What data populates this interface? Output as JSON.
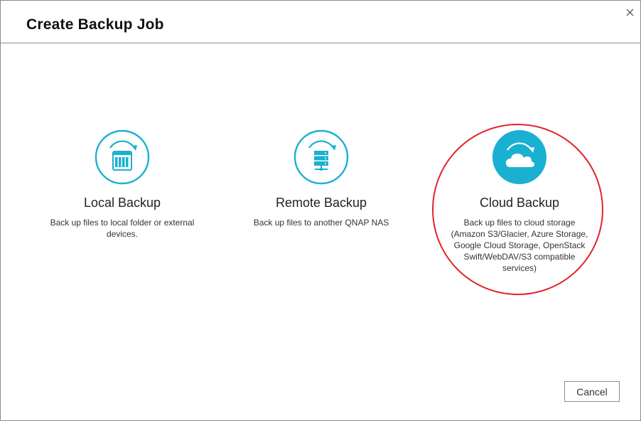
{
  "dialog": {
    "title": "Create Backup Job",
    "close_icon": "close-icon"
  },
  "options": [
    {
      "label": "Local Backup",
      "description": "Back up files to local folder or external devices.",
      "icon": "local-nas-icon"
    },
    {
      "label": "Remote Backup",
      "description": "Back up files to another QNAP NAS",
      "icon": "remote-server-icon"
    },
    {
      "label": "Cloud Backup",
      "description": "Back up files to cloud storage (Amazon S3/Glacier, Azure Storage, Google Cloud Storage, OpenStack Swift/WebDAV/S3 compatible services)",
      "icon": "cloud-icon",
      "highlighted": true
    }
  ],
  "footer": {
    "cancel_label": "Cancel"
  },
  "colors": {
    "accent": "#1ab0d1",
    "highlight_ring": "#e0242b",
    "border": "#8c8c8c"
  }
}
